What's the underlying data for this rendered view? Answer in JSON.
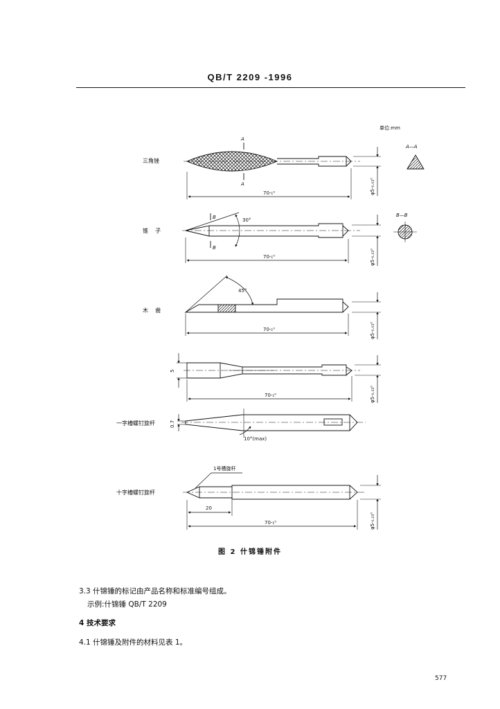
{
  "header": {
    "standard_code": "QB/T 2209 -1996"
  },
  "unit_label": "单位:mm",
  "figure": {
    "tools": [
      {
        "name": "三角锉",
        "dim_length": "70-₁⁰",
        "dim_dia": "φ5-₀.₀₃⁰",
        "section_label": "A—A",
        "cut_label": "A"
      },
      {
        "name": "锥    子",
        "dim_length": "70-₁⁰",
        "dim_dia": "φ5-₀.₀₃⁰",
        "section_label": "B—B",
        "cut_label": "B",
        "angle": "30°"
      },
      {
        "name": "木    凿",
        "dim_length": "70-₁⁰",
        "dim_dia": "φ5-₀.₀₃⁰",
        "angle": "45°"
      },
      {
        "name": "",
        "dim_length": "70-₁⁰",
        "dim_dia": "φ5-₀.₀₃⁰",
        "dim_width": "5"
      },
      {
        "name": "一字槽螺钉旋杆",
        "dim_width": "0.7",
        "angle": "10°(max)"
      },
      {
        "name": "十字槽螺钉旋杆",
        "dim_length": "70-₁⁰",
        "dim_dia": "φ5-₀.₀₃⁰",
        "dim_short": "20",
        "callout": "1号槽旋杆"
      }
    ],
    "caption": "图 2   什锦锤附件"
  },
  "body": {
    "p1": "3.3   什锦锤的标记由产品名称和标准编号组成。",
    "p2": "示例:什锦锤 QB/T 2209",
    "p3": "4   技术要求",
    "p4": "4.1   什锦锤及附件的材料见表 1。"
  },
  "page_number": "577"
}
